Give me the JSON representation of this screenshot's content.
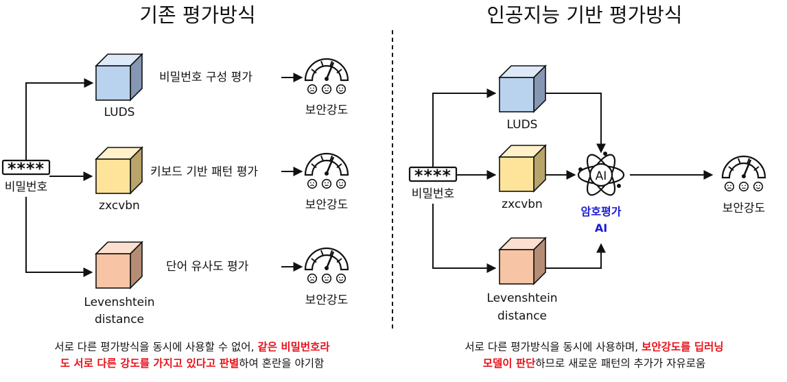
{
  "left": {
    "title": "기존 평가방식",
    "password_label": "비밀번호",
    "password_mask": "****",
    "methods": [
      {
        "name": "LUDS",
        "eval": "비밀번호 구성 평가",
        "color": "#b9d3ee"
      },
      {
        "name": "zxcvbn",
        "eval": "키보드 기반 패턴 평가",
        "color": "#fde49a"
      },
      {
        "name_line1": "Levenshtein",
        "name_line2": "distance",
        "eval": "단어 유사도 평가",
        "color": "#f7c4a5"
      }
    ],
    "gauge_label": "보안강도",
    "caption": {
      "line1_plain": "서로 다른 평가방식을 동시에 사용할 수 없어, ",
      "line1_highlight": "같은 비밀번호라",
      "line2_highlight": "도 서로 다른 강도를 가지고 있다고 판별",
      "line2_plain": "하여 혼란을 야기함"
    }
  },
  "right": {
    "title": "인공지능 기반 평가방식",
    "password_label": "비밀번호",
    "password_mask": "****",
    "methods": [
      {
        "name": "LUDS",
        "color": "#b9d3ee"
      },
      {
        "name": "zxcvbn",
        "color": "#fde49a"
      },
      {
        "name_line1": "Levenshtein",
        "name_line2": "distance",
        "color": "#f7c4a5"
      }
    ],
    "ai_icon_text": "AI",
    "ai_label_line1": "암호평가",
    "ai_label_line2": "AI",
    "gauge_label": "보안강도",
    "caption": {
      "line1_plain": "서로 다른 평가방식을 동시에 사용하며, ",
      "line1_highlight": "보안강도를 딥러닝",
      "line2_highlight": "모델이 판단",
      "line2_plain": "하므로 새로운 패턴의 추가가 자유로움"
    }
  }
}
